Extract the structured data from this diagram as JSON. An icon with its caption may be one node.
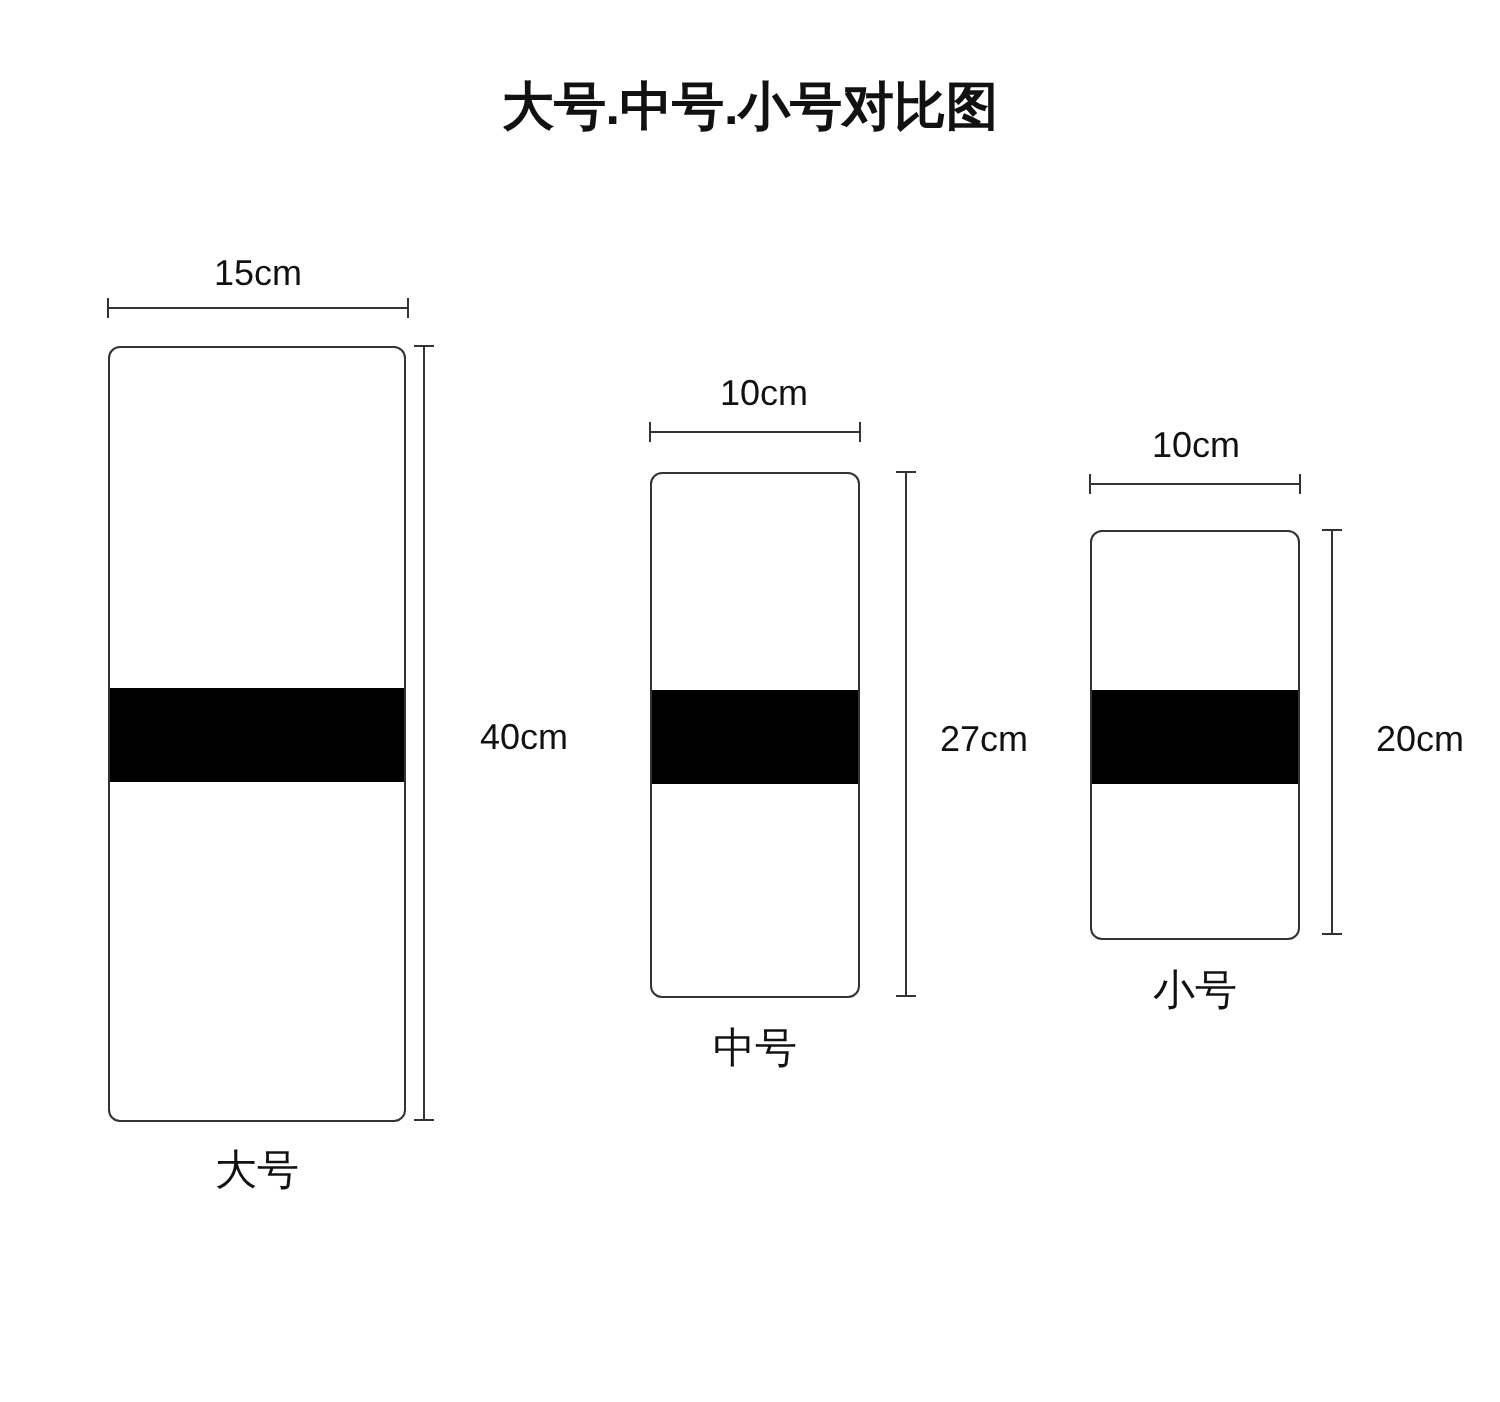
{
  "diagram": {
    "title": "大号.中号.小号对比图",
    "nodes": [
      {
        "text": [
          "大号"
        ]
      },
      {
        "text": [
          "中号"
        ]
      },
      {
        "text": [
          "小号"
        ]
      },
      {
        "text": [],
        "shape": "bar",
        "in": 0
      },
      {
        "text": [],
        "shape": "bar",
        "in": 1
      },
      {
        "text": [],
        "shape": "bar",
        "in": 2
      }
    ],
    "labels": [
      "15cm",
      "40cm",
      "10cm",
      "27cm",
      "10cm",
      "20cm"
    ]
  }
}
